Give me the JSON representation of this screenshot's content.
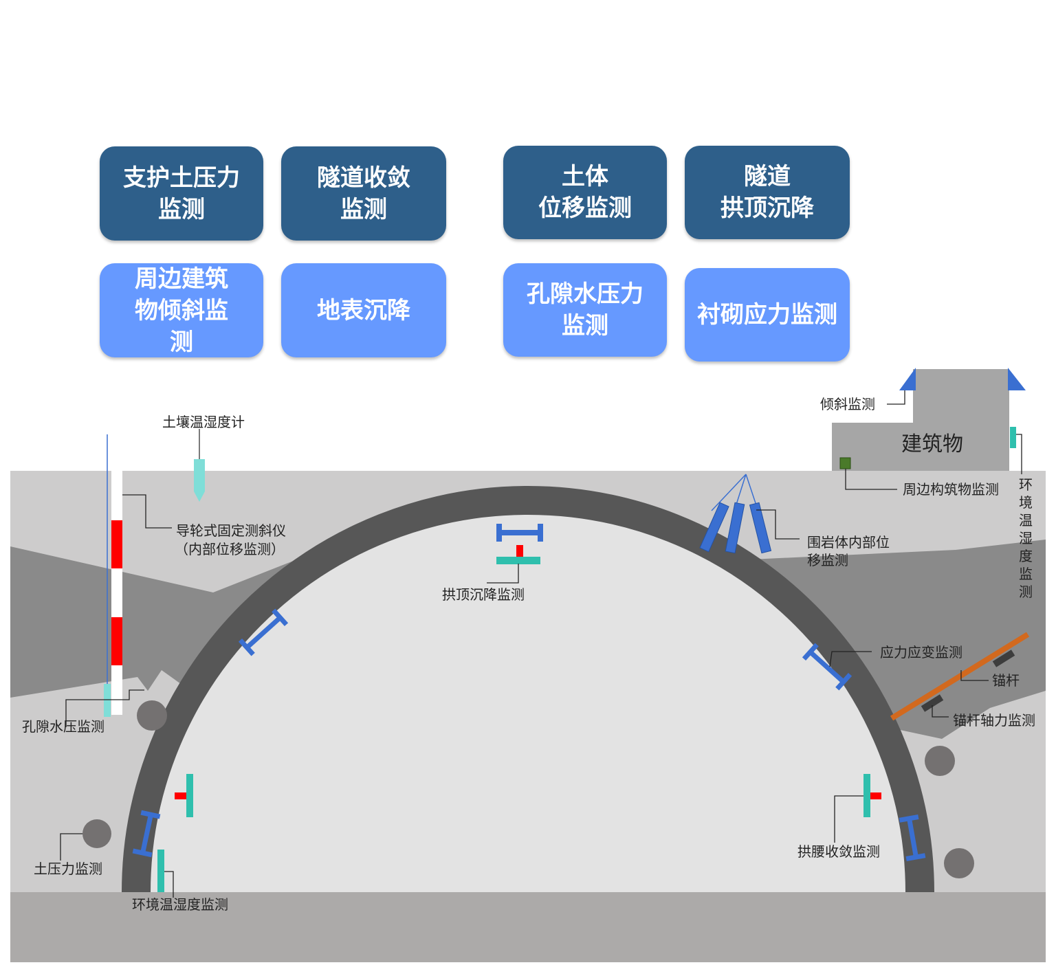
{
  "tiles": [
    {
      "label": "支护土压力\n监测",
      "tone": "dark"
    },
    {
      "label": "隧道收敛\n监测",
      "tone": "dark"
    },
    {
      "label": "土体\n位移监测",
      "tone": "dark"
    },
    {
      "label": "隧道\n拱顶沉降",
      "tone": "dark"
    },
    {
      "label": "周边建筑\n物倾斜监\n测",
      "tone": "light"
    },
    {
      "label": "地表沉降",
      "tone": "light"
    },
    {
      "label": "孔隙水压力\n监测",
      "tone": "light"
    },
    {
      "label": "衬砌应力监测",
      "tone": "light"
    }
  ],
  "labels": {
    "soil_sensor": "土壤温湿度计",
    "inclinometer_1": "导轮式固定测斜仪",
    "inclinometer_2": "（内部位移监测）",
    "crown_settlement": "拱顶沉降监测",
    "pore_pressure": "孔隙水压监测",
    "earth_pressure": "土压力监测",
    "env_temp_humidity": "环境温湿度监测",
    "tilt": "倾斜监测",
    "building": "建筑物",
    "surrounding_structure": "周边构筑物监测",
    "env_vertical": "环境温湿度监测",
    "rock_displacement_1": "围岩体内部位",
    "rock_displacement_2": "移监测",
    "stress_strain": "应力应变监测",
    "anchor": "锚杆",
    "anchor_axial": "锚杆轴力监测",
    "haunch_convergence": "拱腰收敛监测"
  },
  "colors": {
    "dark_tile": "#2e5f8a",
    "light_tile": "#6699ff",
    "lining": "#575757",
    "steel_sensor": "#3a6fd1",
    "teal_sensor": "#2fbfad",
    "red_marker": "#ff0000",
    "anchor_rod": "#d2691e",
    "building": "#a6a6a6",
    "ground_light": "#cdcccc",
    "rock_dark": "#8a8a8a",
    "bedrock": "#acaaa9"
  }
}
